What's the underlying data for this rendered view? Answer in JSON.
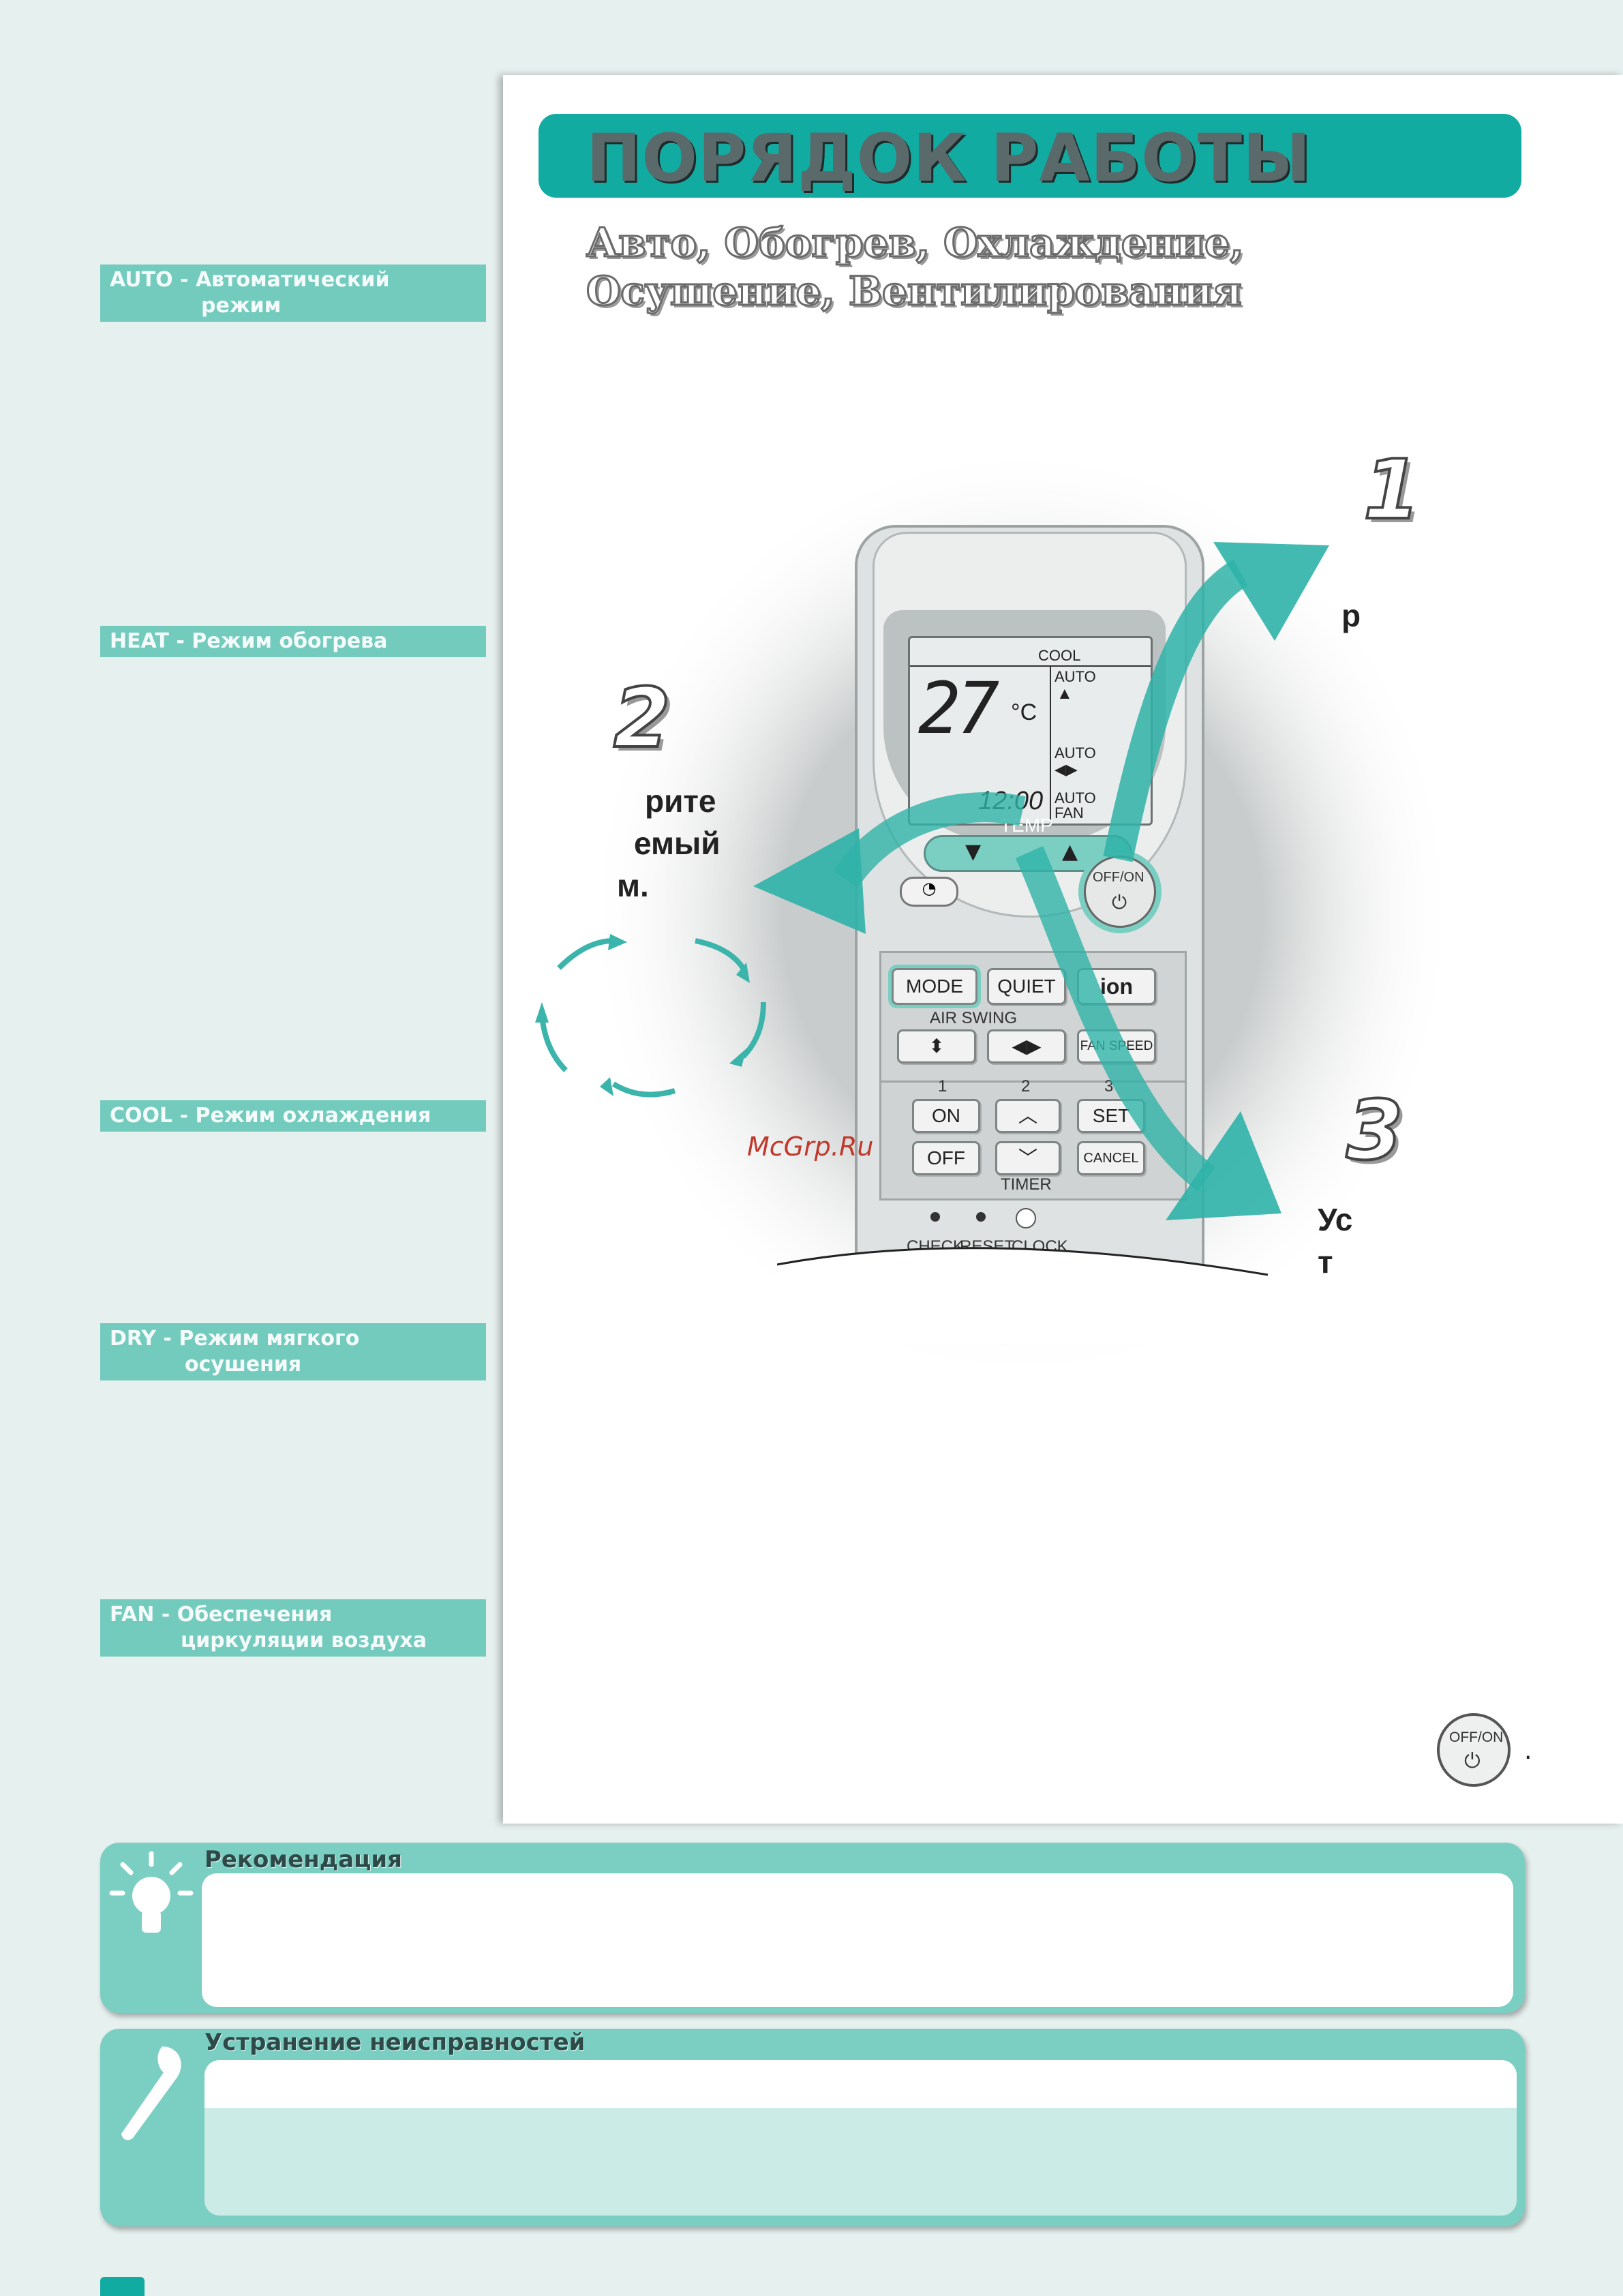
{
  "sidebar": {
    "auto": {
      "line1": "AUTO - Автоматический",
      "line2": "режим"
    },
    "heat": {
      "line1": "HEAT - Режим обогрева"
    },
    "cool": {
      "line1": "COOL - Режим охлаждения"
    },
    "dry": {
      "line1": "DRY - Режим мягкого",
      "line2": "осушения"
    },
    "fan": {
      "line1": "FAN - Обеспечения",
      "line2": "циркуляции воздуха"
    }
  },
  "header": {
    "title": "ПОРЯДОК РАБОТЫ",
    "subtitle_line1": "Авто, Обогрев, Охлаждение,",
    "subtitle_line2": "Осушение, Вентилирования"
  },
  "steps": [
    {
      "number": "1",
      "text": "р"
    },
    {
      "number": "2",
      "text_line1": "рите",
      "text_line2": "емый",
      "text_line3": "м."
    },
    {
      "number": "3",
      "text_line1": "Ус",
      "text_line2": "т"
    }
  ],
  "remote": {
    "lcd_mode": "COOL",
    "lcd_temp": "27",
    "lcd_unit": "°C",
    "lcd_time": "12:00",
    "lcd_auto1": "AUTO",
    "lcd_auto2": "AUTO",
    "lcd_auto3": "AUTO",
    "lcd_fan": "FAN",
    "temp_label": "TEMP",
    "offon_label": "OFF/ON",
    "mode_button": "MODE",
    "quiet_button": "QUIET",
    "ion_button": "ion",
    "air_swing_label": "AIR SWING",
    "fan_speed_button": "FAN SPEED",
    "timer_num1": "1",
    "timer_num2": "2",
    "timer_num3": "3",
    "on_button": "ON",
    "off_button": "OFF",
    "set_button": "SET",
    "cancel_button": "CANCEL",
    "timer_label": "TIMER",
    "check_label": "CHECK",
    "reset_label": "RESET",
    "clock_label": "CLOCK"
  },
  "watermark": "McGrp.Ru",
  "offon_note": {
    "label": "OFF/ON",
    "suffix": "."
  },
  "recommendation": {
    "title": "Рекомендация"
  },
  "troubleshooting": {
    "title": "Устранение неисправностей"
  },
  "colors": {
    "accent": "#12aba2",
    "sidebar": "#73cbbd",
    "box": "#7bcfc2"
  }
}
